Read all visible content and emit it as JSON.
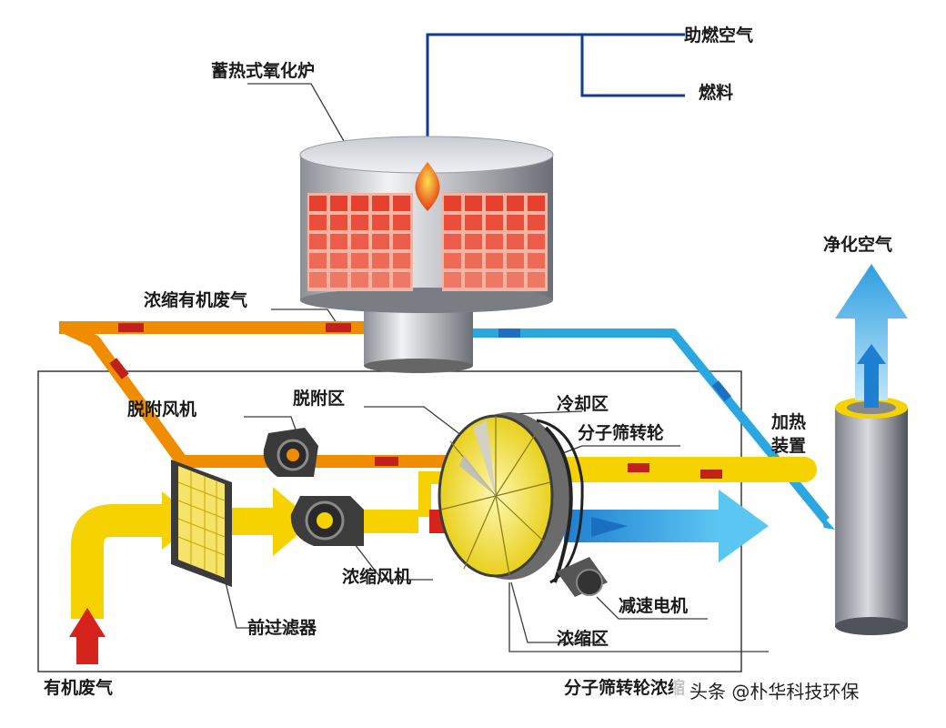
{
  "labels": {
    "combustion_air": "助燃空气",
    "fuel": "燃料",
    "rto": "蓄热式氧化炉",
    "concentrated_gas": "浓缩有机废气",
    "desorption_fan": "脱附风机",
    "desorption_zone": "脱附区",
    "cooling_zone": "冷却区",
    "rotor": "分子筛转轮",
    "heater_line1": "加热",
    "heater_line2": "装置",
    "clean_air": "净化空气",
    "concentration_fan": "浓缩风机",
    "prefilter": "前过滤器",
    "reducer_motor": "减速电机",
    "concentration_zone": "浓缩区",
    "organic_waste_gas": "有机废气",
    "system_title": "分子筛转轮浓缩"
  },
  "watermark": "头条 @朴华科技环保",
  "colors": {
    "waste_gas": "#f5d200",
    "concentrated": "#f08c00",
    "clean_flow": "#2aa7e0",
    "inlet": "#d6231c",
    "fuel_line": "#123c8c",
    "heat_cell": "#e8402f"
  }
}
